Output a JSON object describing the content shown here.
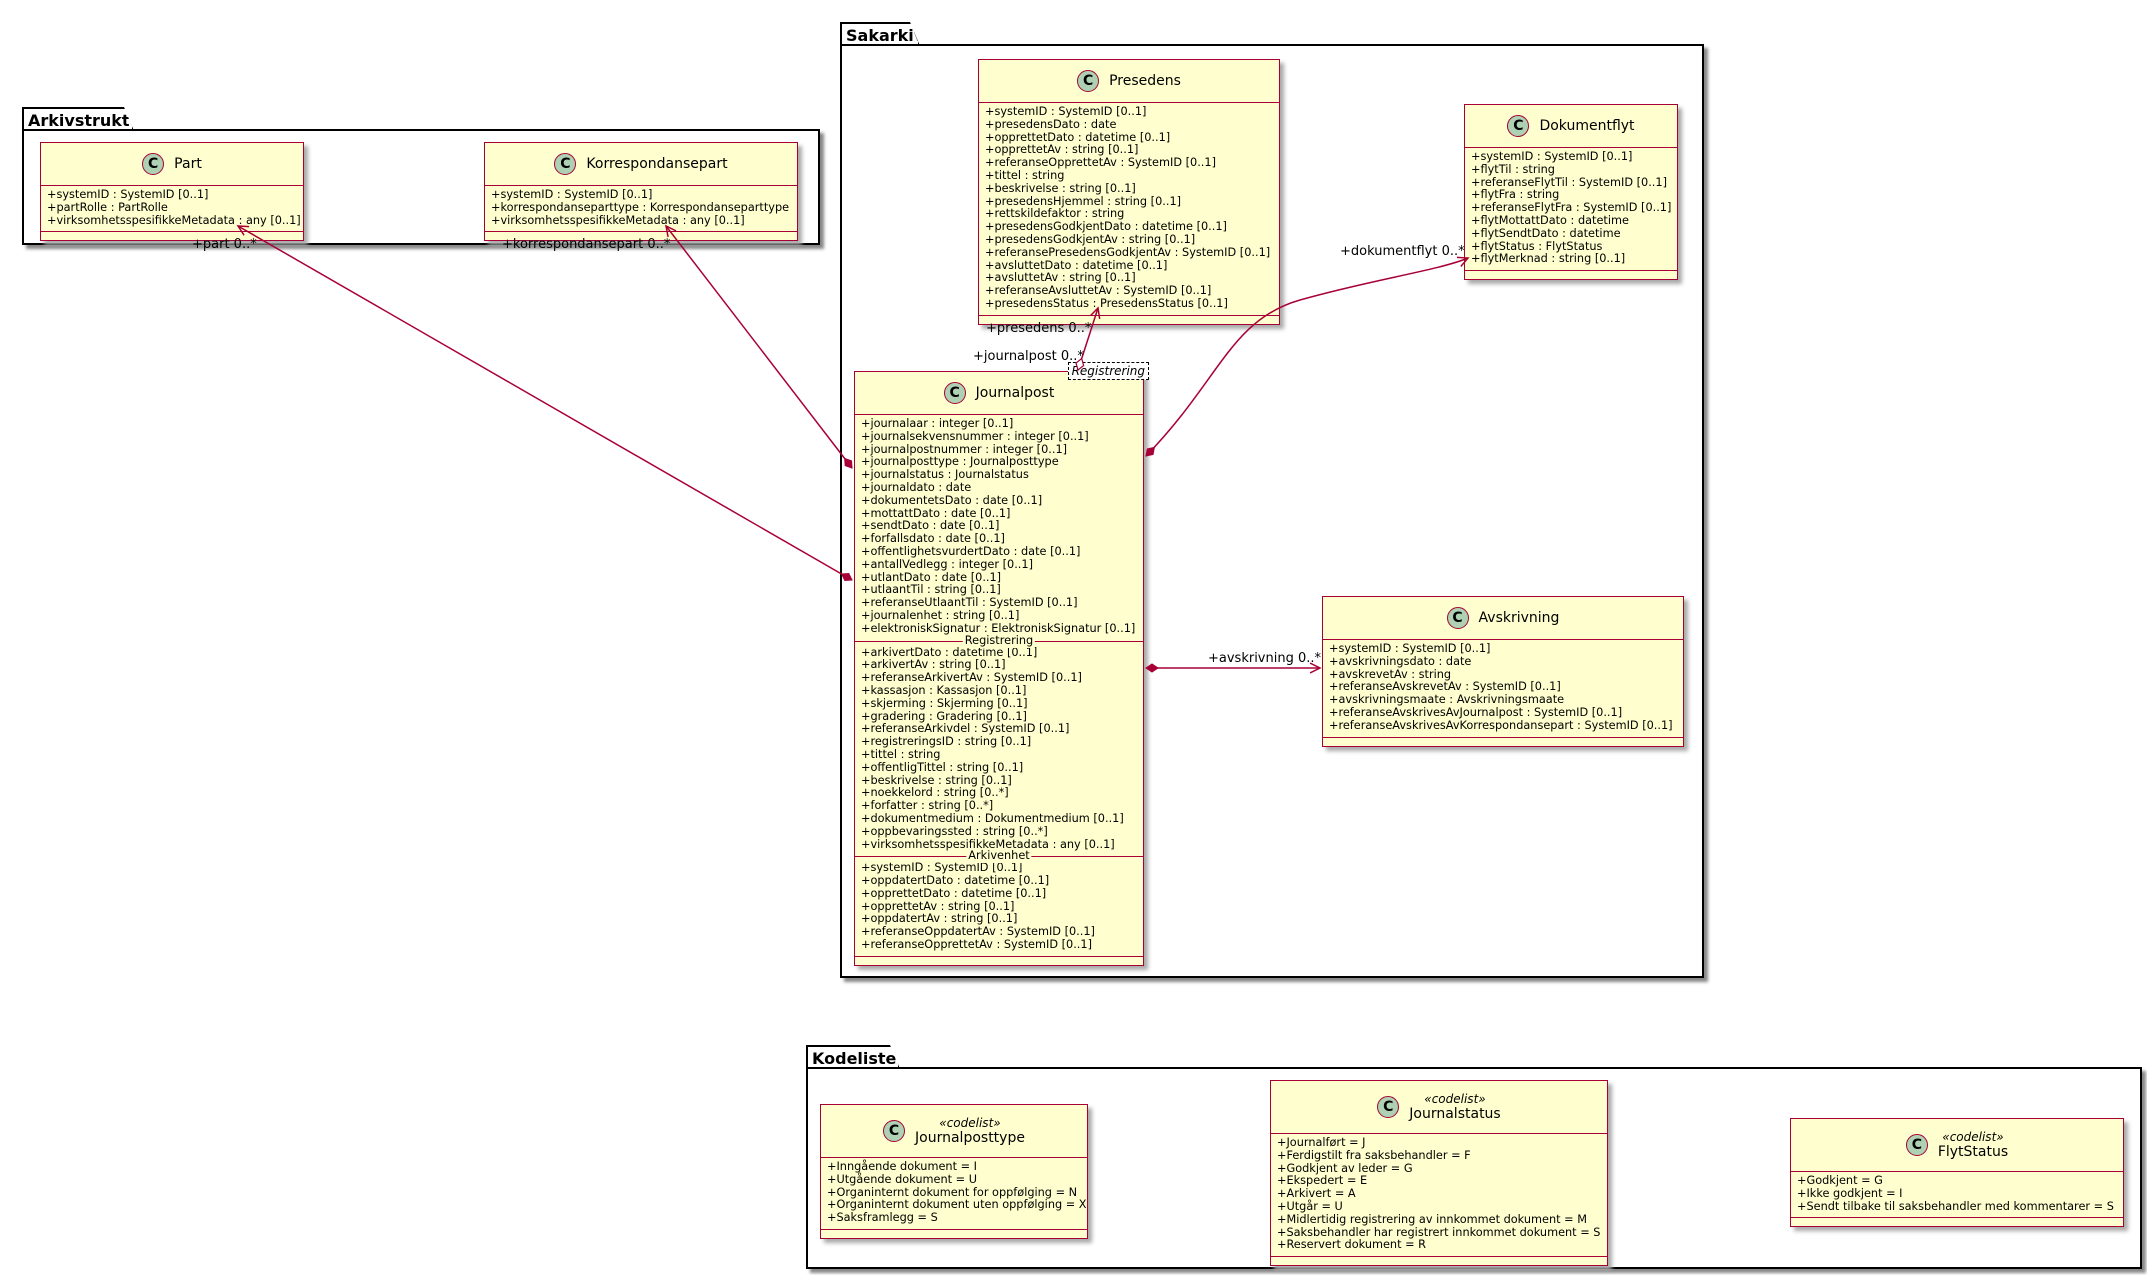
{
  "packages": {
    "arkivstruktur": "Arkivstruktur",
    "sakarkiv": "Sakarkiv",
    "kodelister": "Kodelister"
  },
  "classes": {
    "part": {
      "name": "Part",
      "attrs": [
        "+systemID : SystemID [0..1]",
        "+partRolle : PartRolle",
        "+virksomhetsspesifikkeMetadata : any [0..1]"
      ]
    },
    "korrespondansepart": {
      "name": "Korrespondansepart",
      "attrs": [
        "+systemID : SystemID [0..1]",
        "+korrespondanseparttype : Korrespondanseparttype",
        "+virksomhetsspesifikkeMetadata : any [0..1]"
      ]
    },
    "presedens": {
      "name": "Presedens",
      "attrs": [
        "+systemID : SystemID [0..1]",
        "+presedensDato : date",
        "+opprettetDato : datetime [0..1]",
        "+opprettetAv : string [0..1]",
        "+referanseOpprettetAv : SystemID [0..1]",
        "+tittel : string",
        "+beskrivelse : string [0..1]",
        "+presedensHjemmel : string [0..1]",
        "+rettskildefaktor : string",
        "+presedensGodkjentDato : datetime [0..1]",
        "+presedensGodkjentAv : string [0..1]",
        "+referansePresedensGodkjentAv : SystemID [0..1]",
        "+avsluttetDato : datetime [0..1]",
        "+avsluttetAv : string [0..1]",
        "+referanseAvsluttetAv : SystemID [0..1]",
        "+presedensStatus : PresedensStatus [0..1]"
      ]
    },
    "dokumentflyt": {
      "name": "Dokumentflyt",
      "attrs": [
        "+systemID : SystemID [0..1]",
        "+flytTil : string",
        "+referanseFlytTil : SystemID [0..1]",
        "+flytFra : string",
        "+referanseFlytFra : SystemID [0..1]",
        "+flytMottattDato : datetime",
        "+flytSendtDato : datetime",
        "+flytStatus : FlytStatus",
        "+flytMerknad : string [0..1]"
      ]
    },
    "journalpost": {
      "name": "Journalpost",
      "template": "Registrering",
      "attrs": [
        "+journalaar : integer [0..1]",
        "+journalsekvensnummer : integer [0..1]",
        "+journalpostnummer : integer [0..1]",
        "+journalposttype : Journalposttype",
        "+journalstatus : Journalstatus",
        "+journaldato : date",
        "+dokumentetsDato : date [0..1]",
        "+mottattDato : date [0..1]",
        "+sendtDato : date [0..1]",
        "+forfallsdato : date [0..1]",
        "+offentlighetsvurdertDato : date [0..1]",
        "+antallVedlegg : integer [0..1]",
        "+utlantDato : date [0..1]",
        "+utlaantTil : string [0..1]",
        "+referanseUtlaantTil : SystemID [0..1]",
        "+journalenhet : string [0..1]",
        "+elektroniskSignatur : ElektroniskSignatur [0..1]"
      ],
      "section2_title": "Registrering",
      "attrs2": [
        "+arkivertDato : datetime [0..1]",
        "+arkivertAv : string [0..1]",
        "+referanseArkivertAv : SystemID [0..1]",
        "+kassasjon : Kassasjon [0..1]",
        "+skjerming : Skjerming [0..1]",
        "+gradering : Gradering [0..1]",
        "+referanseArkivdel : SystemID [0..1]",
        "+registreringsID : string [0..1]",
        "+tittel : string",
        "+offentligTittel : string [0..1]",
        "+beskrivelse : string [0..1]",
        "+noekkelord : string [0..*]",
        "+forfatter : string [0..*]",
        "+dokumentmedium : Dokumentmedium [0..1]",
        "+oppbevaringssted : string [0..*]",
        "+virksomhetsspesifikkeMetadata : any [0..1]"
      ],
      "section3_title": "Arkivenhet",
      "attrs3": [
        "+systemID : SystemID [0..1]",
        "+oppdatertDato : datetime [0..1]",
        "+opprettetDato : datetime [0..1]",
        "+opprettetAv : string [0..1]",
        "+oppdatertAv : string [0..1]",
        "+referanseOppdatertAv : SystemID [0..1]",
        "+referanseOpprettetAv : SystemID [0..1]"
      ]
    },
    "avskrivning": {
      "name": "Avskrivning",
      "attrs": [
        "+systemID : SystemID [0..1]",
        "+avskrivningsdato : date",
        "+avskrevetAv : string",
        "+referanseAvskrevetAv : SystemID [0..1]",
        "+avskrivningsmaate : Avskrivningsmaate",
        "+referanseAvskrivesAvJournalpost : SystemID [0..1]",
        "+referanseAvskrivesAvKorrespondansepart : SystemID [0..1]"
      ]
    },
    "journalposttype": {
      "name": "Journalposttype",
      "stereotype": "«codelist»",
      "attrs": [
        "+Inngående dokument = I",
        "+Utgående dokument = U",
        "+Organinternt dokument for oppfølging = N",
        "+Organinternt dokument uten oppfølging = X",
        "+Saksframlegg = S"
      ]
    },
    "journalstatus": {
      "name": "Journalstatus",
      "stereotype": "«codelist»",
      "attrs": [
        "+Journalført = J",
        "+Ferdigstilt fra saksbehandler = F",
        "+Godkjent av leder = G",
        "+Ekspedert = E",
        "+Arkivert = A",
        "+Utgår = U",
        "+Midlertidig registrering av innkommet dokument = M",
        "+Saksbehandler har registrert innkommet dokument = S",
        "+Reservert dokument = R"
      ]
    },
    "flytstatus": {
      "name": "FlytStatus",
      "stereotype": "«codelist»",
      "attrs": [
        "+Godkjent = G",
        "+Ikke godkjent = I",
        "+Sendt tilbake til saksbehandler med kommentarer = S"
      ]
    }
  },
  "edges": {
    "part": "+part 0..*",
    "korrespondansepart": "+korrespondansepart 0..*",
    "presedens": "+presedens 0..*",
    "journalpost": "+journalpost 0..*",
    "dokumentflyt": "+dokumentflyt 0..*",
    "avskrivning": "+avskrivning 0..*"
  },
  "colors": {
    "class_fill": "#FEFECE",
    "class_border": "#A80036",
    "class_icon": "#ADD1B2",
    "edge": "#A80036"
  }
}
